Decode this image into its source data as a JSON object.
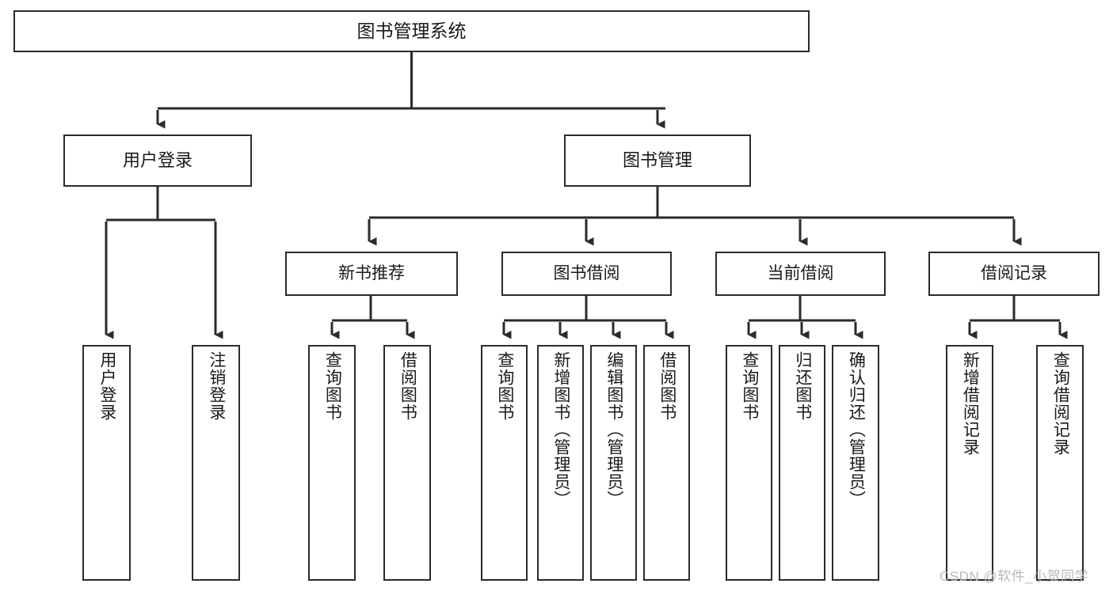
{
  "diagram": {
    "title": "图书管理系统",
    "watermark": "CSDN @软件_小贺同学",
    "colors": {
      "line": "#2b2b2b",
      "box_fill": "#ffffff",
      "text": "#1a1a1a",
      "watermark": "#b9b9b9"
    },
    "root": {
      "label": "图书管理系统"
    },
    "tier1": [
      {
        "label": "用户登录"
      },
      {
        "label": "图书管理"
      }
    ],
    "tier2": [
      {
        "label": "新书推荐"
      },
      {
        "label": "图书借阅"
      },
      {
        "label": "当前借阅"
      },
      {
        "label": "借阅记录"
      }
    ],
    "leaves": {
      "user_login": [
        {
          "label": "用户登录"
        },
        {
          "label": "注销登录"
        }
      ],
      "new_book_recommend": [
        {
          "label": "查询图书"
        },
        {
          "label": "借阅图书"
        }
      ],
      "book_borrow": [
        {
          "label": "查询图书"
        },
        {
          "label": "新增图书（管理员）"
        },
        {
          "label": "编辑图书（管理员）"
        },
        {
          "label": "借阅图书"
        }
      ],
      "current_borrow": [
        {
          "label": "查询图书"
        },
        {
          "label": "归还图书"
        },
        {
          "label": "确认归还（管理员）"
        }
      ],
      "borrow_record": [
        {
          "label": "新增借阅记录"
        },
        {
          "label": "查询借阅记录"
        }
      ]
    }
  }
}
